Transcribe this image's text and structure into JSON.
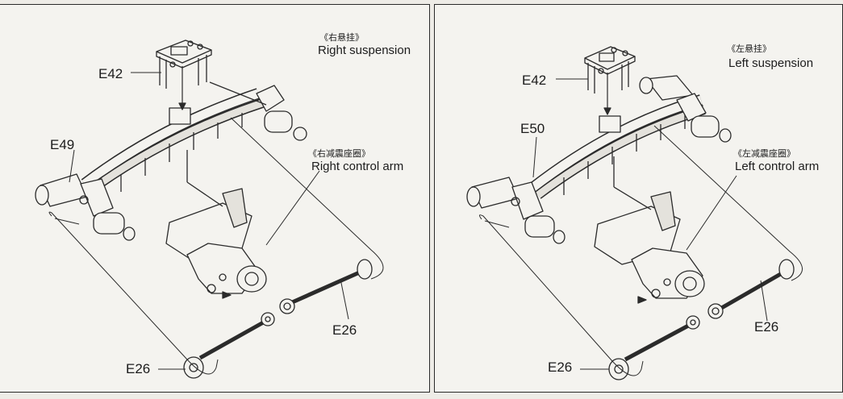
{
  "panels": {
    "right": {
      "title_cn": "《右悬挂》",
      "title_en": "Right suspension",
      "arm_cn": "《右减震座圈》",
      "arm_en": "Right  control arm",
      "parts": {
        "mount": "E42",
        "shock": "E49",
        "rod_top": "E26",
        "rod_bottom": "E26"
      }
    },
    "left": {
      "title_cn": "《左悬挂》",
      "title_en": "Left suspension",
      "arm_cn": "《左减震座圈》",
      "arm_en": "Left  control arm",
      "parts": {
        "mount": "E42",
        "shock": "E50",
        "rod_top": "E26",
        "rod_bottom": "E26"
      }
    }
  },
  "colors": {
    "line": "#2b2b2b",
    "paper": "#f4f3ef",
    "shade": "#cfcdc7"
  }
}
